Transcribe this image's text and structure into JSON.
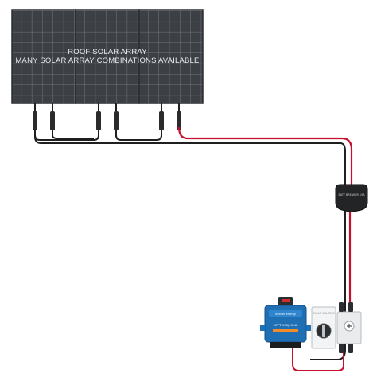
{
  "array": {
    "line1": "ROOF SOLAR ARRAY",
    "line2": "MANY SOLAR ARRAY COMBINATIONS AVAILABLE"
  },
  "breaker": {
    "text": "BATT BREAKER 15A"
  },
  "controller": {
    "brand": "victron energy",
    "model": "MPPT 100|20-48"
  },
  "isolator": {
    "label": "SOLAR ISOLATOR"
  },
  "icons": [
    "solar-panel",
    "mc4-connector",
    "inline-breaker",
    "charge-controller",
    "rotary-isolator",
    "cable-gland"
  ],
  "colors": {
    "panel": "#3b3f44",
    "panel_grid": "#6e7378",
    "cable_black": "#1f1f1f",
    "cable_red": "#c8102e",
    "victron_blue": "#1f6fb4"
  }
}
